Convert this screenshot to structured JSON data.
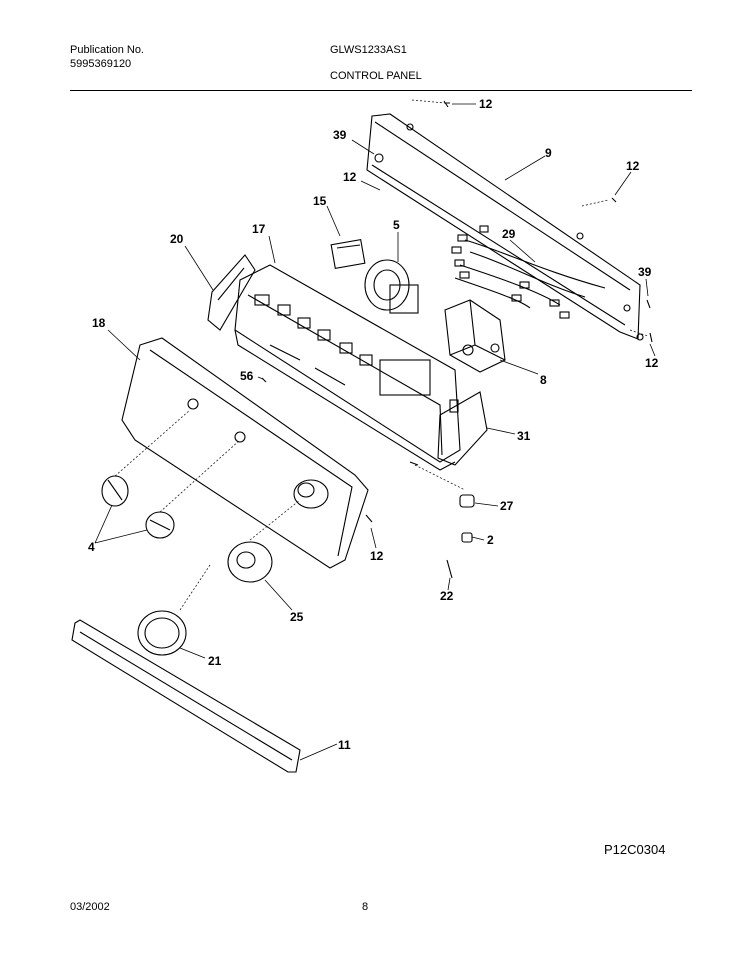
{
  "header": {
    "publication_label": "Publication No.",
    "publication_number": "5995369120",
    "model": "GLWS1233AS1",
    "section_title": "CONTROL PANEL"
  },
  "callouts": [
    "12",
    "39",
    "9",
    "12",
    "12",
    "15",
    "17",
    "5",
    "29",
    "39",
    "20",
    "18",
    "12",
    "56",
    "8",
    "31",
    "27",
    "2",
    "22",
    "4",
    "12",
    "25",
    "21",
    "11"
  ],
  "figure_code": "P12C0304",
  "footer": {
    "date": "03/2002",
    "page": "8"
  }
}
